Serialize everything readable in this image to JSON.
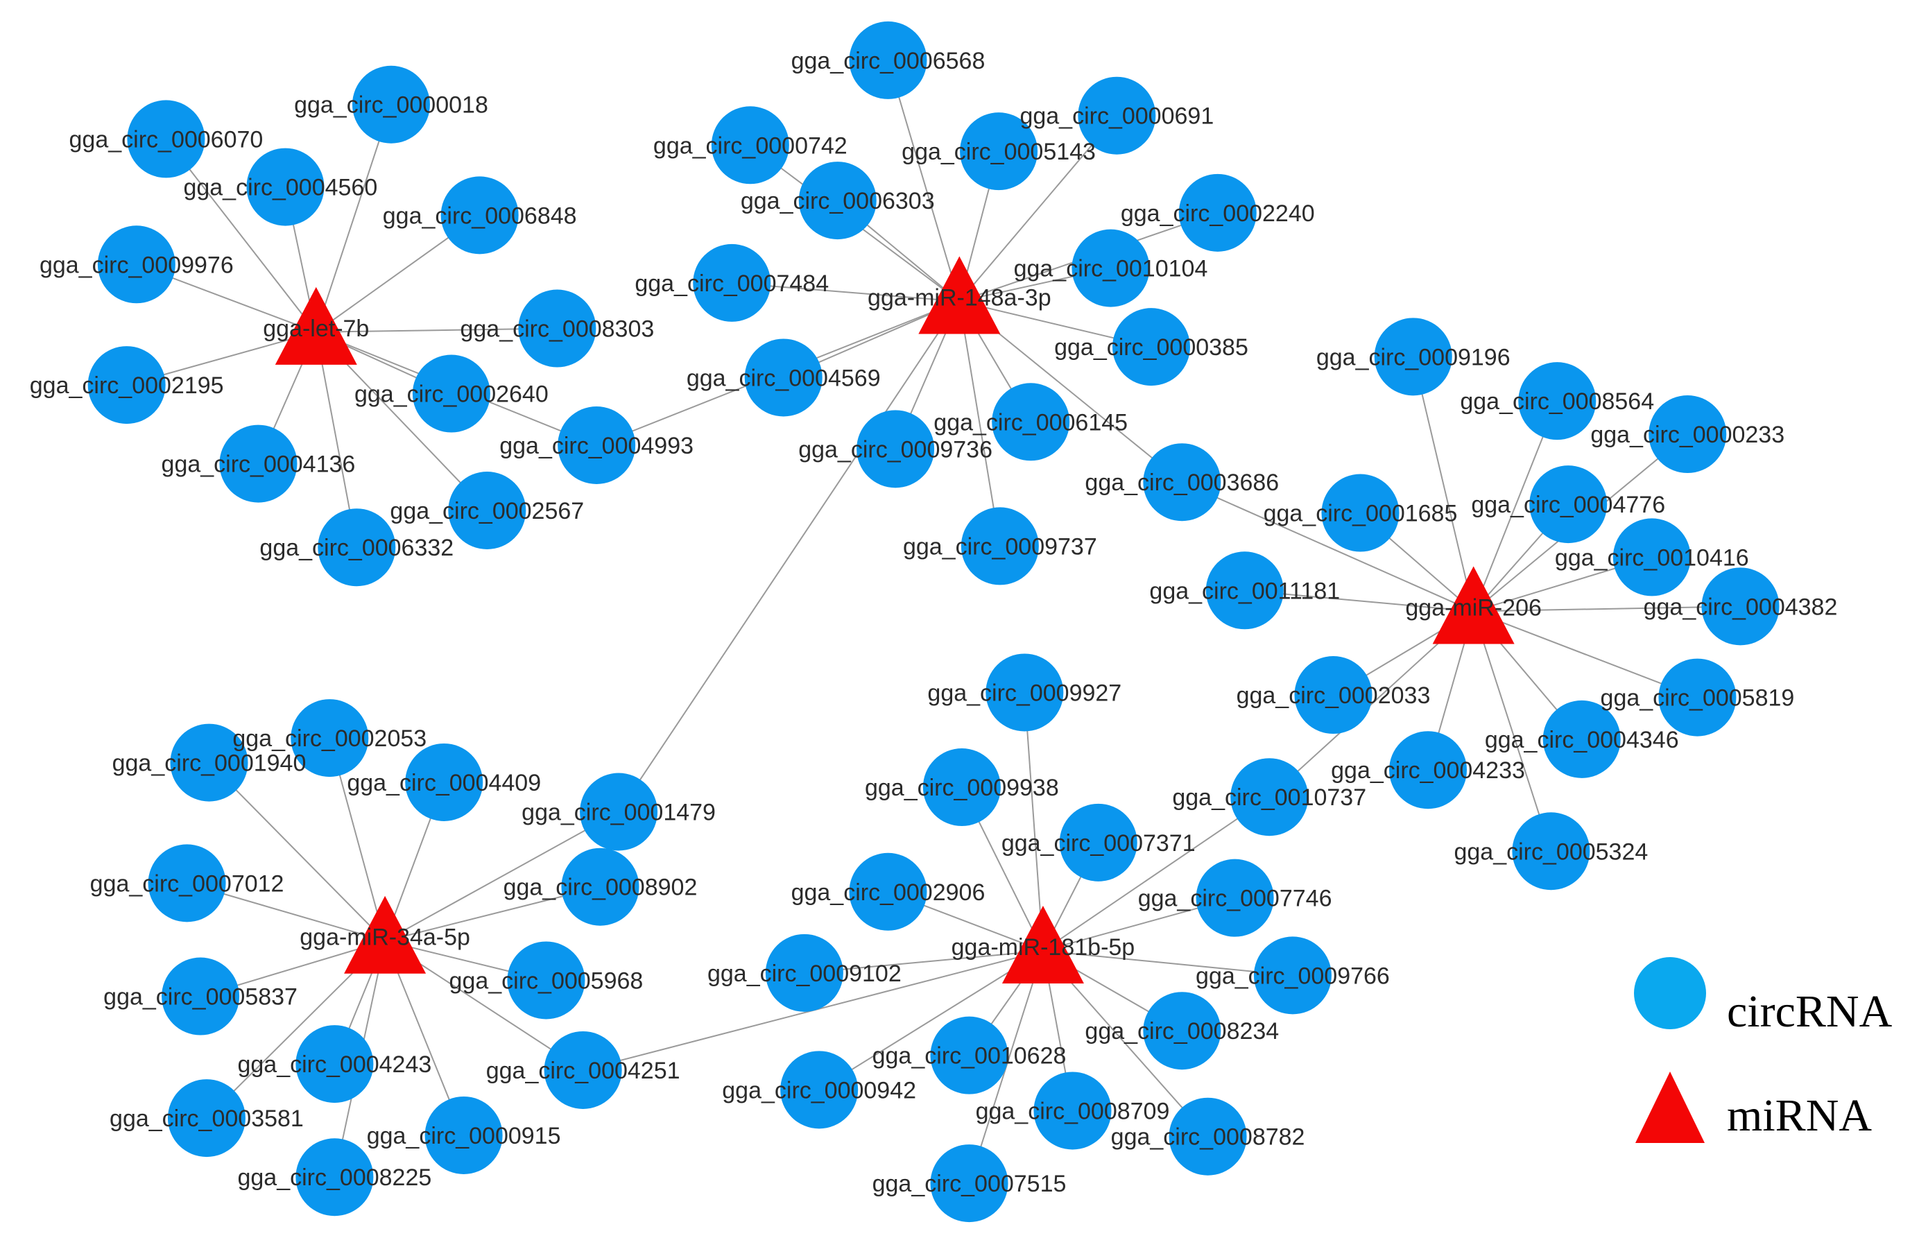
{
  "legend": {
    "circ_label": "circRNA",
    "mirna_label": "miRNA"
  },
  "colors": {
    "circRNA": "#0a96ee",
    "miRNA": "#f30606",
    "edge": "#9a9a9a"
  },
  "mirnas": [
    {
      "id": "let7b",
      "label": "gga-let-7b"
    },
    {
      "id": "m148",
      "label": "gga-miR-148a-3p"
    },
    {
      "id": "m206",
      "label": "gga-miR-206"
    },
    {
      "id": "m34",
      "label": "gga-miR-34a-5p"
    },
    {
      "id": "m181",
      "label": "gga-miR-181b-5p"
    }
  ],
  "circrnas": [
    {
      "id": "c0000018",
      "label": "gga_circ_0000018"
    },
    {
      "id": "c0006070",
      "label": "gga_circ_0006070"
    },
    {
      "id": "c0004560",
      "label": "gga_circ_0004560"
    },
    {
      "id": "c0006848",
      "label": "gga_circ_0006848"
    },
    {
      "id": "c0009976",
      "label": "gga_circ_0009976"
    },
    {
      "id": "c0008303",
      "label": "gga_circ_0008303"
    },
    {
      "id": "c0002195",
      "label": "gga_circ_0002195"
    },
    {
      "id": "c0002640",
      "label": "gga_circ_0002640"
    },
    {
      "id": "c0004993",
      "label": "gga_circ_0004993"
    },
    {
      "id": "c0004136",
      "label": "gga_circ_0004136"
    },
    {
      "id": "c0002567",
      "label": "gga_circ_0002567"
    },
    {
      "id": "c0006332",
      "label": "gga_circ_0006332"
    },
    {
      "id": "c0006568",
      "label": "gga_circ_0006568"
    },
    {
      "id": "c0000742",
      "label": "gga_circ_0000742"
    },
    {
      "id": "c0000691",
      "label": "gga_circ_0000691"
    },
    {
      "id": "c0005143",
      "label": "gga_circ_0005143"
    },
    {
      "id": "c0006303",
      "label": "gga_circ_0006303"
    },
    {
      "id": "c0002240",
      "label": "gga_circ_0002240"
    },
    {
      "id": "c0010104",
      "label": "gga_circ_0010104"
    },
    {
      "id": "c0007484",
      "label": "gga_circ_0007484"
    },
    {
      "id": "c0000385",
      "label": "gga_circ_0000385"
    },
    {
      "id": "c0004569",
      "label": "gga_circ_0004569"
    },
    {
      "id": "c0006145",
      "label": "gga_circ_0006145"
    },
    {
      "id": "c0009736",
      "label": "gga_circ_0009736"
    },
    {
      "id": "c0009737",
      "label": "gga_circ_0009737"
    },
    {
      "id": "c0003686",
      "label": "gga_circ_0003686"
    },
    {
      "id": "c0009196",
      "label": "gga_circ_0009196"
    },
    {
      "id": "c0008564",
      "label": "gga_circ_0008564"
    },
    {
      "id": "c0000233",
      "label": "gga_circ_0000233"
    },
    {
      "id": "c0004776",
      "label": "gga_circ_0004776"
    },
    {
      "id": "c0001685",
      "label": "gga_circ_0001685"
    },
    {
      "id": "c0010416",
      "label": "gga_circ_0010416"
    },
    {
      "id": "c0011181",
      "label": "gga_circ_0011181"
    },
    {
      "id": "c0004382",
      "label": "gga_circ_0004382"
    },
    {
      "id": "c0002033",
      "label": "gga_circ_0002033"
    },
    {
      "id": "c0005819",
      "label": "gga_circ_0005819"
    },
    {
      "id": "c0004346",
      "label": "gga_circ_0004346"
    },
    {
      "id": "c0004233",
      "label": "gga_circ_0004233"
    },
    {
      "id": "c0005324",
      "label": "gga_circ_0005324"
    },
    {
      "id": "c0009927",
      "label": "gga_circ_0009927"
    },
    {
      "id": "c0009938",
      "label": "gga_circ_0009938"
    },
    {
      "id": "c0010737",
      "label": "gga_circ_0010737"
    },
    {
      "id": "c0007371",
      "label": "gga_circ_0007371"
    },
    {
      "id": "c0002906",
      "label": "gga_circ_0002906"
    },
    {
      "id": "c0007746",
      "label": "gga_circ_0007746"
    },
    {
      "id": "c0009102",
      "label": "gga_circ_0009102"
    },
    {
      "id": "c0009766",
      "label": "gga_circ_0009766"
    },
    {
      "id": "c0008234",
      "label": "gga_circ_0008234"
    },
    {
      "id": "c0010628",
      "label": "gga_circ_0010628"
    },
    {
      "id": "c0000942",
      "label": "gga_circ_0000942"
    },
    {
      "id": "c0008709",
      "label": "gga_circ_0008709"
    },
    {
      "id": "c0008782",
      "label": "gga_circ_0008782"
    },
    {
      "id": "c0007515",
      "label": "gga_circ_0007515"
    },
    {
      "id": "c0002053",
      "label": "gga_circ_0002053"
    },
    {
      "id": "c0001940",
      "label": "gga_circ_0001940"
    },
    {
      "id": "c0004409",
      "label": "gga_circ_0004409"
    },
    {
      "id": "c0001479",
      "label": "gga_circ_0001479"
    },
    {
      "id": "c0007012",
      "label": "gga_circ_0007012"
    },
    {
      "id": "c0008902",
      "label": "gga_circ_0008902"
    },
    {
      "id": "c0005837",
      "label": "gga_circ_0005837"
    },
    {
      "id": "c0005968",
      "label": "gga_circ_0005968"
    },
    {
      "id": "c0004243",
      "label": "gga_circ_0004243"
    },
    {
      "id": "c0004251",
      "label": "gga_circ_0004251"
    },
    {
      "id": "c0003581",
      "label": "gga_circ_0003581"
    },
    {
      "id": "c0000915",
      "label": "gga_circ_0000915"
    },
    {
      "id": "c0008225",
      "label": "gga_circ_0008225"
    }
  ],
  "edges": [
    [
      "let7b",
      "c0000018"
    ],
    [
      "let7b",
      "c0006070"
    ],
    [
      "let7b",
      "c0004560"
    ],
    [
      "let7b",
      "c0006848"
    ],
    [
      "let7b",
      "c0009976"
    ],
    [
      "let7b",
      "c0008303"
    ],
    [
      "let7b",
      "c0002195"
    ],
    [
      "let7b",
      "c0002640"
    ],
    [
      "let7b",
      "c0004993"
    ],
    [
      "let7b",
      "c0004136"
    ],
    [
      "let7b",
      "c0002567"
    ],
    [
      "let7b",
      "c0006332"
    ],
    [
      "m148",
      "c0006568"
    ],
    [
      "m148",
      "c0000742"
    ],
    [
      "m148",
      "c0000691"
    ],
    [
      "m148",
      "c0005143"
    ],
    [
      "m148",
      "c0006303"
    ],
    [
      "m148",
      "c0002240"
    ],
    [
      "m148",
      "c0010104"
    ],
    [
      "m148",
      "c0007484"
    ],
    [
      "m148",
      "c0000385"
    ],
    [
      "m148",
      "c0004569"
    ],
    [
      "m148",
      "c0006145"
    ],
    [
      "m148",
      "c0009736"
    ],
    [
      "m148",
      "c0009737"
    ],
    [
      "m148",
      "c0003686"
    ],
    [
      "m148",
      "c0004993"
    ],
    [
      "m148",
      "c0001479"
    ],
    [
      "m206",
      "c0009196"
    ],
    [
      "m206",
      "c0008564"
    ],
    [
      "m206",
      "c0000233"
    ],
    [
      "m206",
      "c0004776"
    ],
    [
      "m206",
      "c0001685"
    ],
    [
      "m206",
      "c0010416"
    ],
    [
      "m206",
      "c0011181"
    ],
    [
      "m206",
      "c0004382"
    ],
    [
      "m206",
      "c0002033"
    ],
    [
      "m206",
      "c0005819"
    ],
    [
      "m206",
      "c0004346"
    ],
    [
      "m206",
      "c0004233"
    ],
    [
      "m206",
      "c0005324"
    ],
    [
      "m206",
      "c0003686"
    ],
    [
      "m206",
      "c0010737"
    ],
    [
      "m181",
      "c0009927"
    ],
    [
      "m181",
      "c0009938"
    ],
    [
      "m181",
      "c0007371"
    ],
    [
      "m181",
      "c0002906"
    ],
    [
      "m181",
      "c0007746"
    ],
    [
      "m181",
      "c0009102"
    ],
    [
      "m181",
      "c0009766"
    ],
    [
      "m181",
      "c0008234"
    ],
    [
      "m181",
      "c0010628"
    ],
    [
      "m181",
      "c0000942"
    ],
    [
      "m181",
      "c0008709"
    ],
    [
      "m181",
      "c0008782"
    ],
    [
      "m181",
      "c0007515"
    ],
    [
      "m181",
      "c0010737"
    ],
    [
      "m181",
      "c0004251"
    ],
    [
      "m34",
      "c0002053"
    ],
    [
      "m34",
      "c0001940"
    ],
    [
      "m34",
      "c0004409"
    ],
    [
      "m34",
      "c0001479"
    ],
    [
      "m34",
      "c0007012"
    ],
    [
      "m34",
      "c0008902"
    ],
    [
      "m34",
      "c0005837"
    ],
    [
      "m34",
      "c0005968"
    ],
    [
      "m34",
      "c0004243"
    ],
    [
      "m34",
      "c0004251"
    ],
    [
      "m34",
      "c0003581"
    ],
    [
      "m34",
      "c0000915"
    ],
    [
      "m34",
      "c0008225"
    ]
  ]
}
